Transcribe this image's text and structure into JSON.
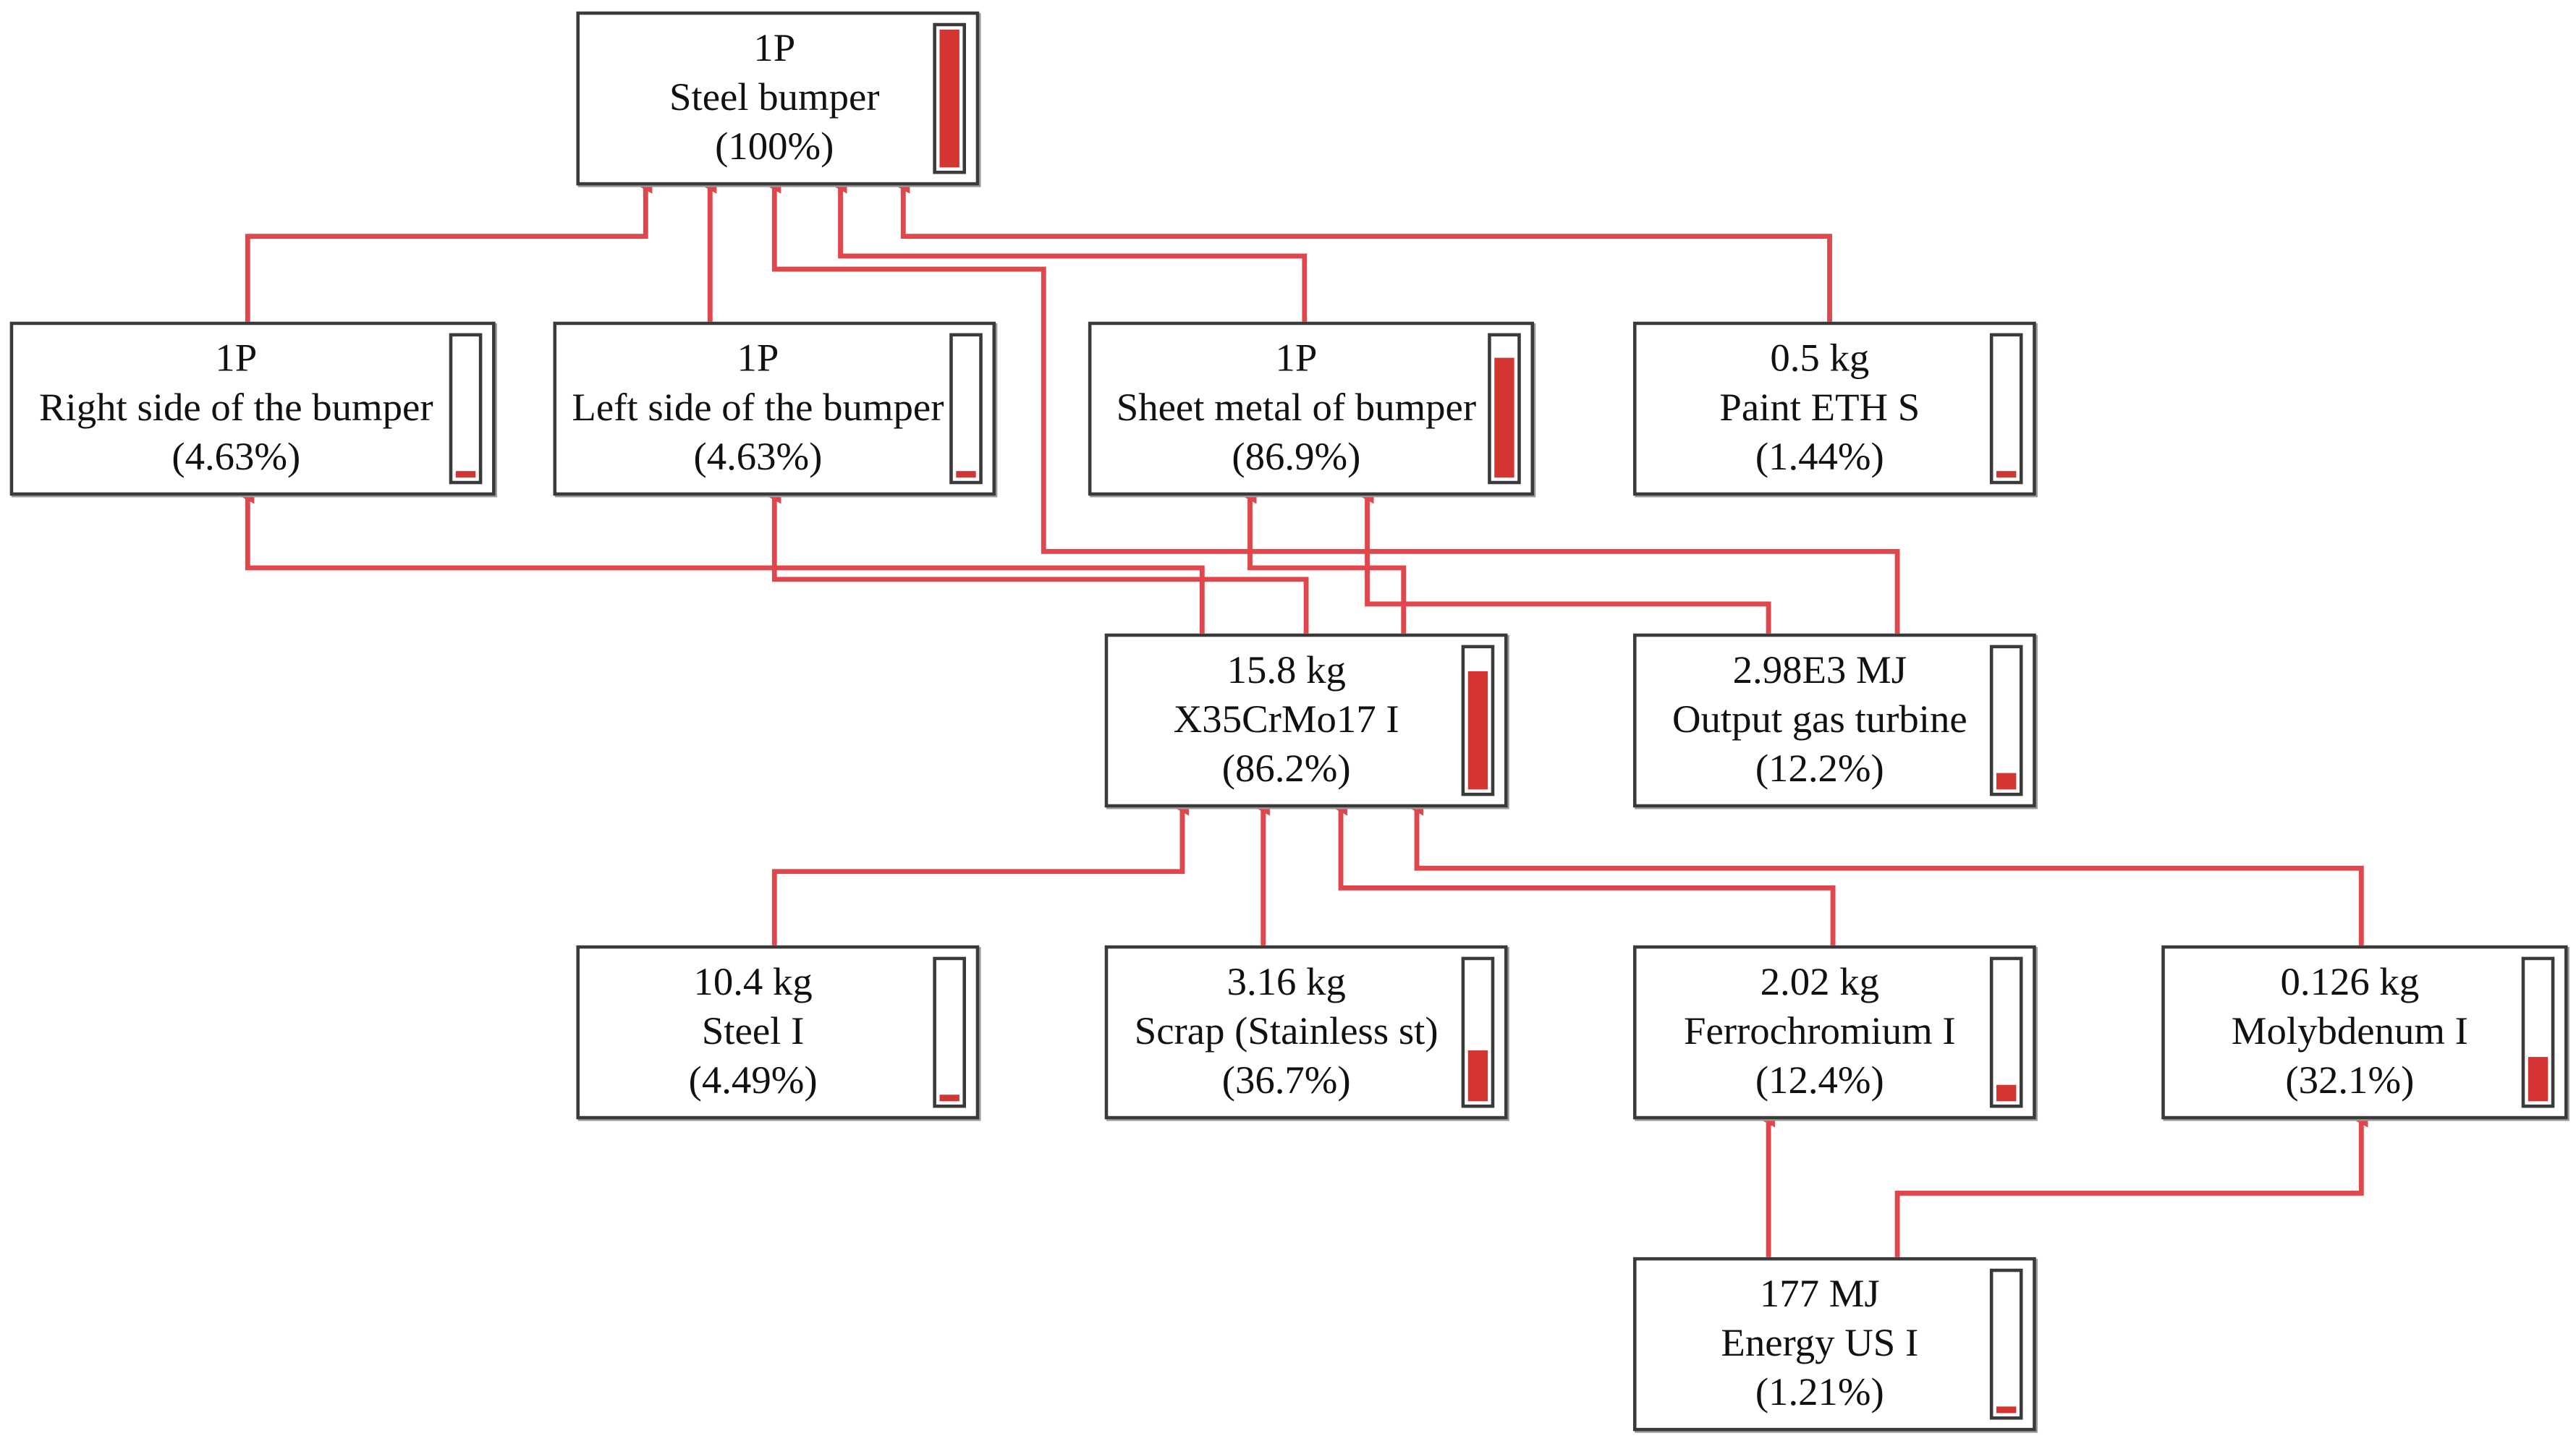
{
  "colors": {
    "flow": "#e0474c",
    "meter_fill": "#d43532",
    "border": "#3a3a3a",
    "text": "#111111"
  },
  "nodes": {
    "steel_bumper": {
      "amount": "1P",
      "name": "Steel bumper",
      "percent": "(100%)",
      "level": 1.0
    },
    "right_side": {
      "amount": "1P",
      "name": "Right side of the bumper",
      "percent": "(4.63%)",
      "level": 0.0463
    },
    "left_side": {
      "amount": "1P",
      "name": "Left side of the bumper",
      "percent": "(4.63%)",
      "level": 0.0463
    },
    "sheet_metal": {
      "amount": "1P",
      "name": "Sheet metal of bumper",
      "percent": "(86.9%)",
      "level": 0.869
    },
    "paint": {
      "amount": "0.5 kg",
      "name": "Paint ETH S",
      "percent": "(1.44%)",
      "level": 0.0144
    },
    "x35": {
      "amount": "15.8 kg",
      "name": "X35CrMo17 I",
      "percent": "(86.2%)",
      "level": 0.862
    },
    "gas_turbine": {
      "amount": "2.98E3 MJ",
      "name": "Output gas turbine",
      "percent": "(12.2%)",
      "level": 0.122
    },
    "steel_i": {
      "amount": "10.4 kg",
      "name": "Steel I",
      "percent": "(4.49%)",
      "level": 0.0449
    },
    "scrap": {
      "amount": "3.16 kg",
      "name": "Scrap (Stainless st)",
      "percent": "(36.7%)",
      "level": 0.367
    },
    "ferrochromium": {
      "amount": "2.02 kg",
      "name": "Ferrochromium I",
      "percent": "(12.4%)",
      "level": 0.124
    },
    "molybdenum": {
      "amount": "0.126 kg",
      "name": "Molybdenum I",
      "percent": "(32.1%)",
      "level": 0.321
    },
    "energy_us": {
      "amount": "177 MJ",
      "name": "Energy US I",
      "percent": "(1.21%)",
      "level": 0.0121
    }
  },
  "flows": [
    {
      "from": "right_side",
      "to": "steel_bumper"
    },
    {
      "from": "left_side",
      "to": "steel_bumper"
    },
    {
      "from": "sheet_metal",
      "to": "steel_bumper"
    },
    {
      "from": "paint",
      "to": "steel_bumper"
    },
    {
      "from": "gas_turbine",
      "to": "steel_bumper"
    },
    {
      "from": "x35",
      "to": "right_side"
    },
    {
      "from": "x35",
      "to": "left_side"
    },
    {
      "from": "x35",
      "to": "sheet_metal"
    },
    {
      "from": "gas_turbine",
      "to": "sheet_metal"
    },
    {
      "from": "steel_i",
      "to": "x35"
    },
    {
      "from": "scrap",
      "to": "x35"
    },
    {
      "from": "ferrochromium",
      "to": "x35"
    },
    {
      "from": "molybdenum",
      "to": "x35"
    },
    {
      "from": "energy_us",
      "to": "ferrochromium"
    },
    {
      "from": "energy_us",
      "to": "molybdenum"
    }
  ]
}
